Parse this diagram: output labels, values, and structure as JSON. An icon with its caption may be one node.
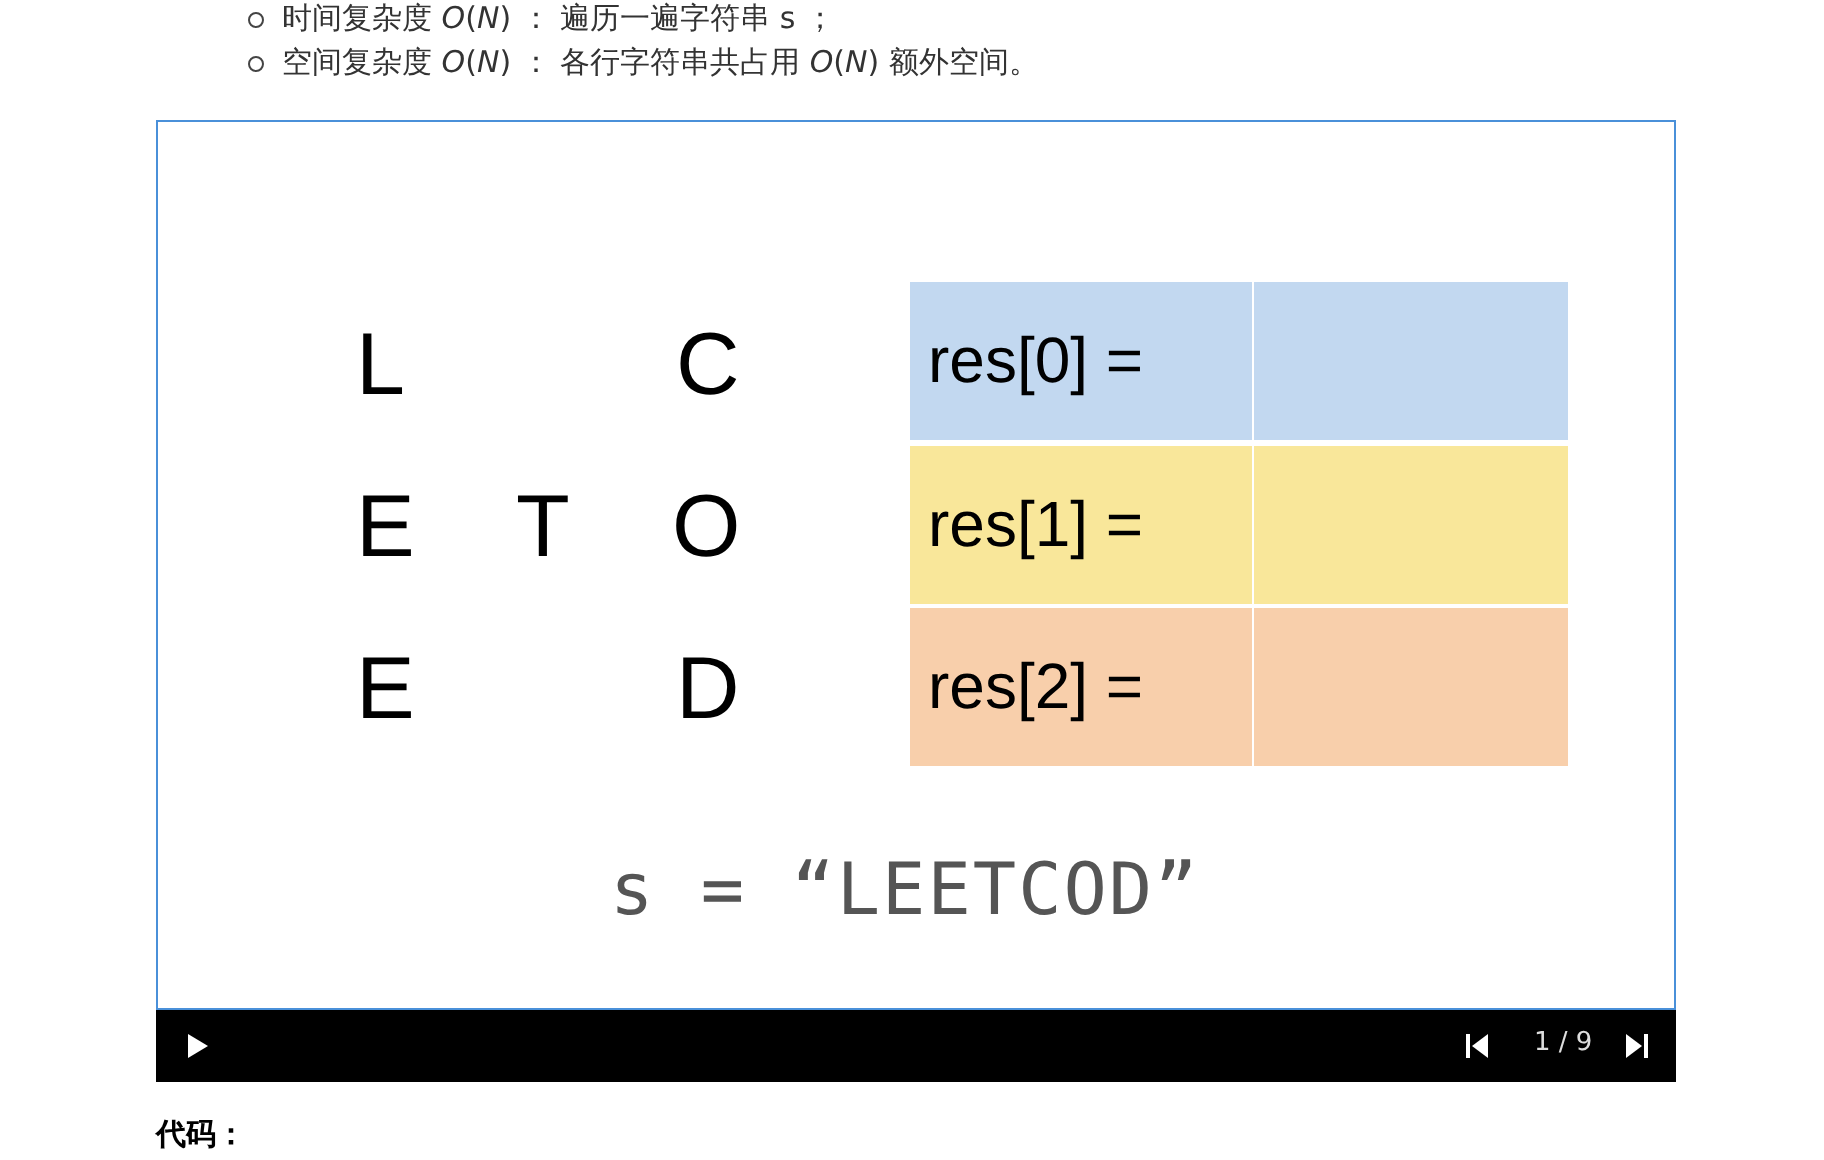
{
  "diagram": {
    "labels": [
      "时间复杂度 *O*(*N*) ： 遍历一遍字符串 s ；",
      "空间复杂度 *O*(*N*) ： 各行字符串共占用 *O*(*N*) 额外空间。",
      "L",
      "C",
      "res[0] =",
      "E",
      "T",
      "O",
      "res[1] =",
      "E",
      "D",
      "res[2] =",
      "s = “LEETCOD”",
      "1 / 9",
      "代码："
    ]
  }
}
